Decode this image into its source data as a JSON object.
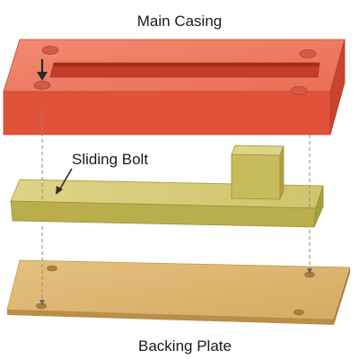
{
  "labels": {
    "main_casing": "Main Casing",
    "sliding_bolt": "Sliding Bolt",
    "backing_plate": "Backing Plate"
  },
  "colors": {
    "casing_top": "#ef7a62",
    "casing_front": "#e0533a",
    "casing_side": "#c8442d",
    "bolt_top": "#d6cc78",
    "bolt_front": "#b9ad4c",
    "bolt_side": "#a99d3e",
    "plate_top": "#ddb672",
    "plate_front": "#b98e48",
    "guide_lines": "#8a8a8a"
  },
  "icons": [
    "down-arrow-icon",
    "leader-arrow-icon"
  ]
}
